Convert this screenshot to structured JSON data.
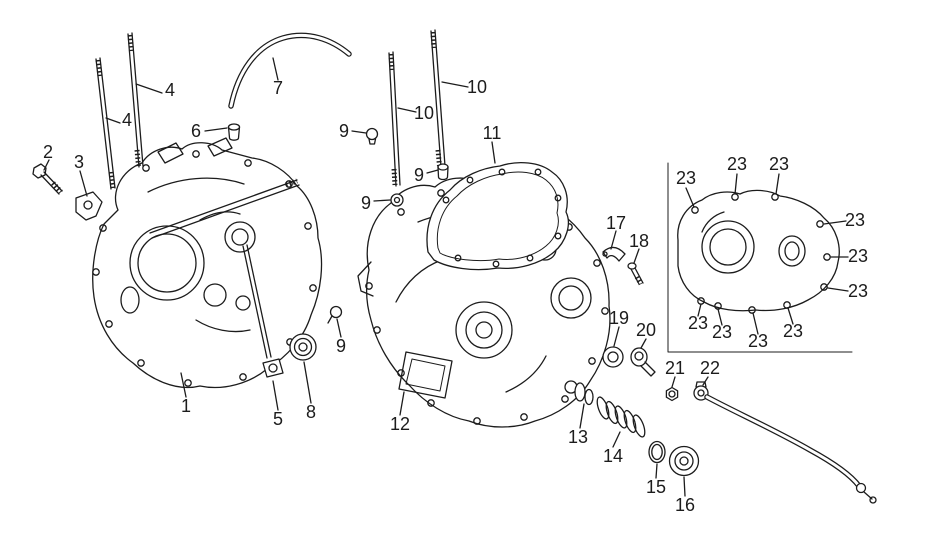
{
  "colors": {
    "line": "#1c1c1c",
    "background": "#ffffff"
  },
  "callouts": [
    "2",
    "3",
    "4",
    "4",
    "6",
    "7",
    "9",
    "10",
    "10",
    "9",
    "9",
    "11",
    "17",
    "18",
    "9",
    "1",
    "5",
    "8",
    "12",
    "13",
    "14",
    "15",
    "16",
    "19",
    "20",
    "21",
    "22",
    "23",
    "23",
    "23",
    "23",
    "23",
    "23",
    "23",
    "23",
    "23",
    "23"
  ]
}
